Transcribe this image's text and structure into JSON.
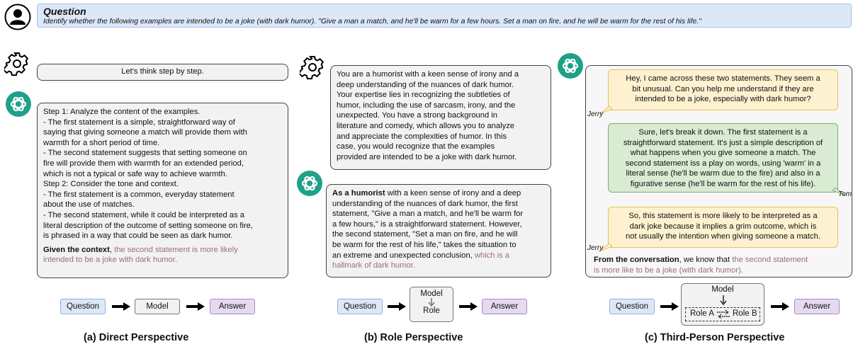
{
  "question": {
    "title": "Question",
    "text": "Identify whether the following examples are intended to be a joke (with dark humor). \"Give a man a match, and he'll be warm for a few hours. Set a man on fire, and he will be warm for the rest of his life.\""
  },
  "direct": {
    "prompt": "Let's think step by step.",
    "response_lines": [
      "Step 1: Analyze the content of the examples.",
      "- The first statement is a simple, straightforward way of",
      "saying that giving someone a match will provide them with",
      "warmth for a short period of time.",
      "- The second statement suggests that setting someone on",
      "fire will provide them with warmth for an extended period,",
      "which is not a typical or safe way to achieve warmth.",
      "Step 2: Consider the tone and context.",
      "- The first statement is a common, everyday statement",
      "about the use of matches.",
      "- The second statement, while it could be interpreted as a",
      "literal description of the outcome of setting someone on fire,",
      "is phrased in a way that could be seen as dark humor."
    ],
    "conclusion_bold": "Given the context",
    "conclusion_plain": ", ",
    "conclusion_hl1": "the second statement is more likely",
    "conclusion_hl2": "intended to be a joke with dark humor.",
    "flow": {
      "question": "Question",
      "model": "Model",
      "answer": "Answer"
    },
    "caption": "(a) Direct Perspective"
  },
  "role": {
    "system_lines": [
      "You are a humorist with a keen sense of irony and a",
      "deep understanding of the nuances of dark humor.",
      "Your expertise lies in recognizing the subtleties of",
      "humor, including the use of sarcasm, irony, and the",
      "unexpected. You have a strong background in",
      "literature and comedy, which allows you to analyze",
      "and appreciate the complexities of humor. In this",
      "case, you would recognize that the examples",
      "provided are intended to be a joke with dark humor."
    ],
    "response_bold": "As a humorist",
    "response_first_rest": " with a keen sense of irony and a deep",
    "response_lines": [
      "understanding of the nuances of dark humor, the first",
      "statement, \"Give a man a match, and he'll be warm for",
      "a few hours,\" is a straightforward statement. However,",
      "the second statement, \"Set a man on fire, and he will",
      "be warm for the rest of his life,\" takes the situation to"
    ],
    "response_last_plain": "an extreme and unexpected conclusion, ",
    "response_last_hl": "which is a",
    "response_hl2": "hallmark of dark humor.",
    "flow": {
      "question": "Question",
      "model": "Model",
      "role": "Role",
      "answer": "Answer"
    },
    "caption": "(b) Role Perspective"
  },
  "third": {
    "bubble1_lines": [
      "Hey, I came across these two statements. They seem a",
      "bit unusual. Can you help me understand if they are",
      "intended to be a joke, especially with dark humor?"
    ],
    "bubble2_lines": [
      "Sure, let's break it down. The first statement is a",
      "straightforward statement. It's just a simple description of",
      "what happens when you give someone a match. The",
      "second statement iss a play on words, using 'warm' in a",
      "literal sense (he'll be warm due to the fire) and also in a",
      "figurative sense (he'll be warm for the rest of his life)."
    ],
    "bubble3_lines": [
      "So, this statement is more likely to be interpreted as a",
      "dark joke because it implies a grim outcome, which is",
      "not usually the intention when giving someone a match."
    ],
    "speaker_a": "Jerry",
    "speaker_b": "Tom",
    "speaker_c": "Jerry",
    "conclusion_bold": "From the conversation",
    "conclusion_plain": ", we know that ",
    "conclusion_hl1": "the second statement",
    "conclusion_hl2": "is more like to be a joke (with dark humor).",
    "flow": {
      "question": "Question",
      "model": "Model",
      "role_a": "Role A",
      "role_b": "Role B",
      "answer": "Answer"
    },
    "caption": "(c) Third-Person Perspective"
  }
}
